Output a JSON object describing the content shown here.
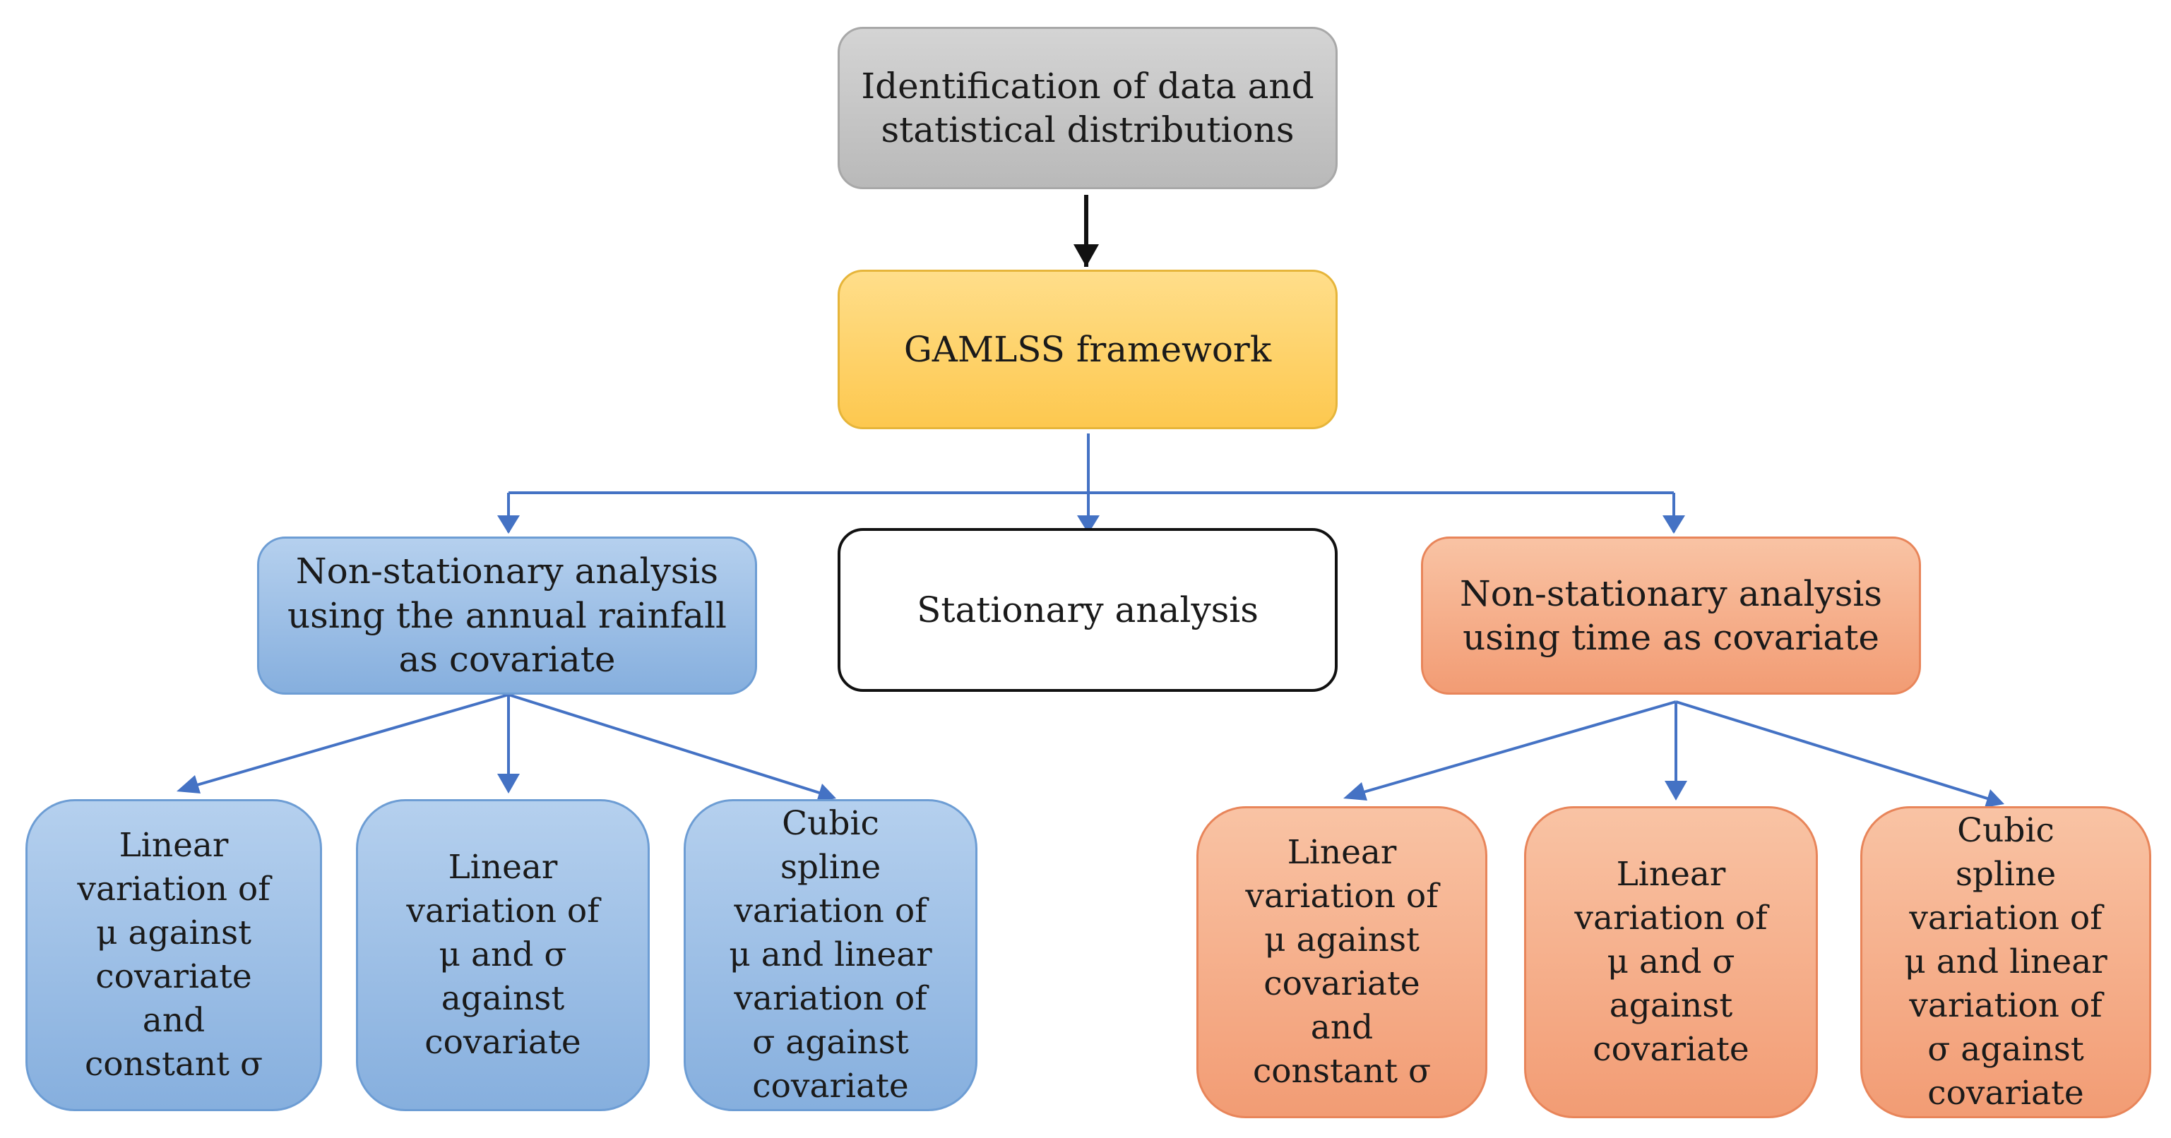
{
  "nodes": {
    "identification": "Identification of data and\nstatistical distributions",
    "gamlss": "GAMLSS framework",
    "nonstat_rainfall": "Non-stationary analysis\nusing the annual rainfall\nas covariate",
    "stationary": "Stationary analysis",
    "nonstat_time": "Non-stationary analysis\nusing time as covariate",
    "rain_leaf_1": "Linear\nvariation of\nμ against\ncovariate\nand\nconstant σ",
    "rain_leaf_2": "Linear\nvariation of\nμ and σ\nagainst\ncovariate",
    "rain_leaf_3": "Cubic\nspline\nvariation of\nμ and linear\nvariation of\nσ against\ncovariate",
    "time_leaf_1": "Linear\nvariation of\nμ against\ncovariate\nand\nconstant σ",
    "time_leaf_2": "Linear\nvariation of\nμ and σ\nagainst\ncovariate",
    "time_leaf_3": "Cubic\nspline\nvariation of\nμ and linear\nvariation of\nσ against\ncovariate"
  },
  "colors": {
    "gray": "#bfbfbf",
    "gold": "#fdc84f",
    "blue": "#86afde",
    "orange": "#f29c74",
    "connector": "#4472c4",
    "black_arrow": "#111111"
  }
}
